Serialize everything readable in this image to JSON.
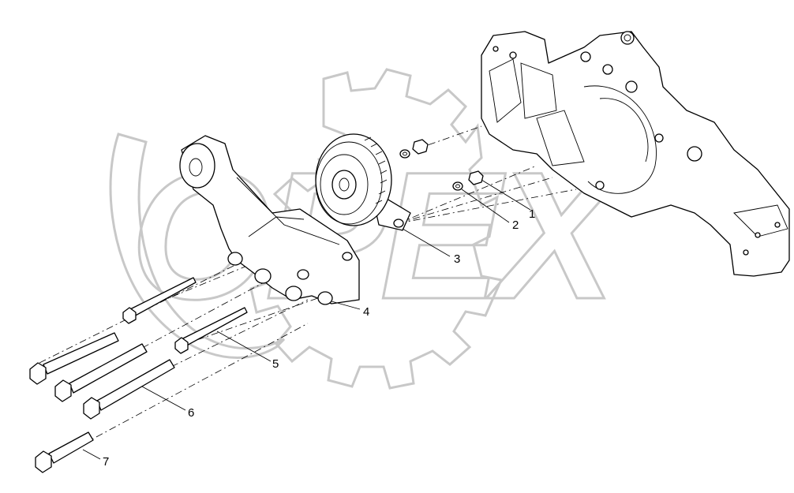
{
  "diagram": {
    "callouts": [
      {
        "id": "1",
        "label": "1",
        "part": "nut"
      },
      {
        "id": "2",
        "label": "2",
        "part": "washer"
      },
      {
        "id": "3",
        "label": "3",
        "part": "idler-pulley"
      },
      {
        "id": "4",
        "label": "4",
        "part": "bracket"
      },
      {
        "id": "5",
        "label": "5",
        "part": "short-flange-bolt"
      },
      {
        "id": "6",
        "label": "6",
        "part": "long-flange-bolt"
      },
      {
        "id": "7",
        "label": "7",
        "part": "flange-bolt"
      }
    ],
    "watermark": {
      "text": "OPEX",
      "kind": "gear-logo"
    }
  }
}
